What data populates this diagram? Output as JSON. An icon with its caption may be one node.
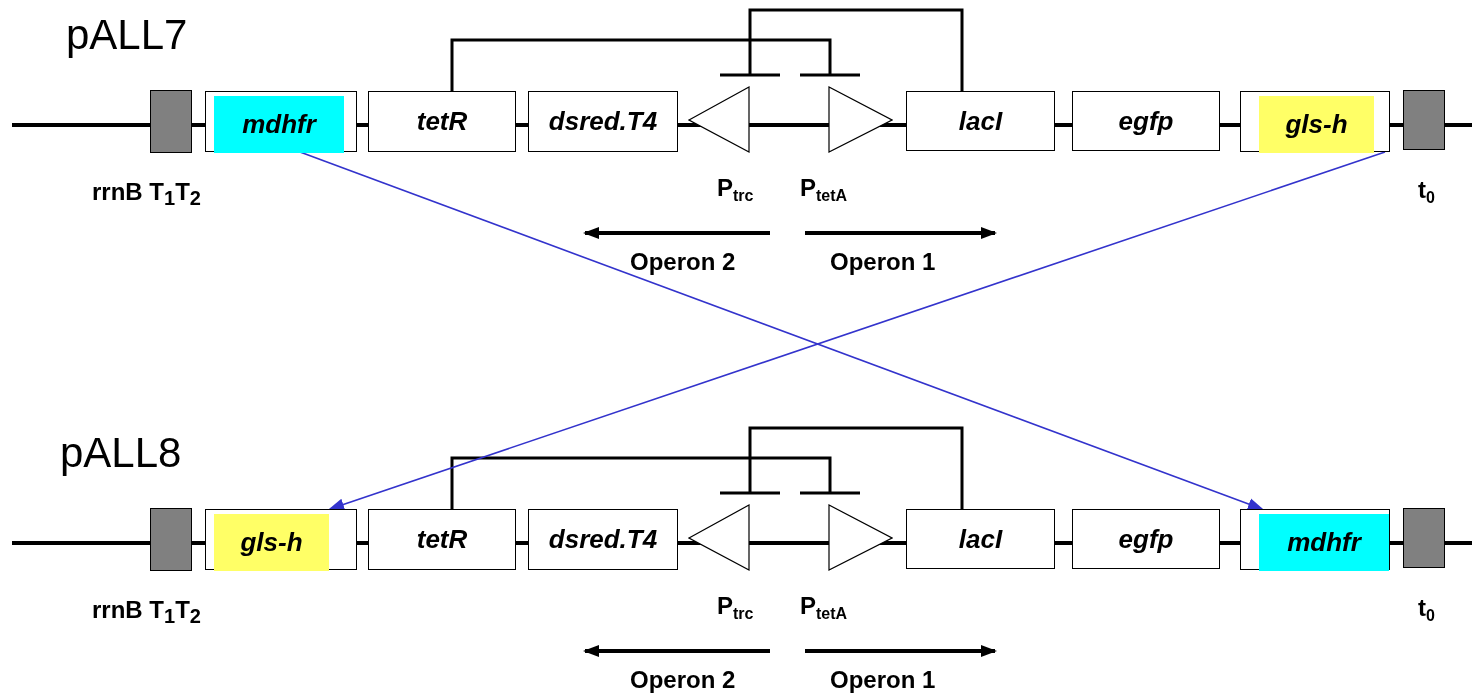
{
  "diagram": {
    "nodes": [
      {
        "text": [],
        "shape": "box",
        "beside": [
          "rrnB T$_{1}$T$_{2}$"
        ]
      },
      {
        "text": [
          "mdhfr"
        ]
      },
      {
        "text": [
          "tetR"
        ]
      },
      {
        "text": [
          "dsred.T4"
        ]
      },
      {
        "text": [],
        "shape": "triangle",
        "beside": [
          "P$_{trc}$"
        ]
      },
      {
        "text": [],
        "shape": "triangle",
        "beside": [
          "P$_{tetA}$"
        ]
      },
      {
        "text": [
          "lacI"
        ]
      },
      {
        "text": [
          "egfp"
        ]
      },
      {
        "text": [
          "gls-h"
        ]
      },
      {
        "text": [],
        "shape": "box",
        "beside": [
          "t$_{0}$"
        ]
      },
      {
        "text": [],
        "shape": "box",
        "beside": [
          "rrnB T$_{1}$T$_{2}$"
        ]
      },
      {
        "text": [
          "gls-h"
        ]
      },
      {
        "text": [
          "tetR"
        ]
      },
      {
        "text": [
          "dsred.T4"
        ]
      },
      {
        "text": [],
        "shape": "triangle",
        "beside": [
          "P$_{trc}$"
        ]
      },
      {
        "text": [],
        "shape": "triangle",
        "beside": [
          "P$_{tetA}$"
        ]
      },
      {
        "text": [
          "lacI"
        ]
      },
      {
        "text": [
          "egfp"
        ]
      },
      {
        "text": [
          "mdhfr"
        ]
      },
      {
        "text": [],
        "shape": "box",
        "beside": [
          "t$_{0}$"
        ]
      }
    ],
    "edges": [
      {
        "from": 2,
        "to": 5,
        "arrow": "other"
      },
      {
        "from": 6,
        "to": 4,
        "arrow": "other"
      },
      {
        "from": 12,
        "to": 15,
        "arrow": "other"
      },
      {
        "from": 16,
        "to": 14,
        "arrow": "other"
      },
      {
        "from": 1,
        "to": 18,
        "arrow": "to",
        "color": "#3333cc"
      },
      {
        "from": 8,
        "to": 11,
        "arrow": "to",
        "color": "#3333cc"
      }
    ],
    "labels": [
      "pALL7",
      "Operon 2",
      "Operon 1",
      "pALL8",
      "Operon 2",
      "Operon 1"
    ]
  }
}
